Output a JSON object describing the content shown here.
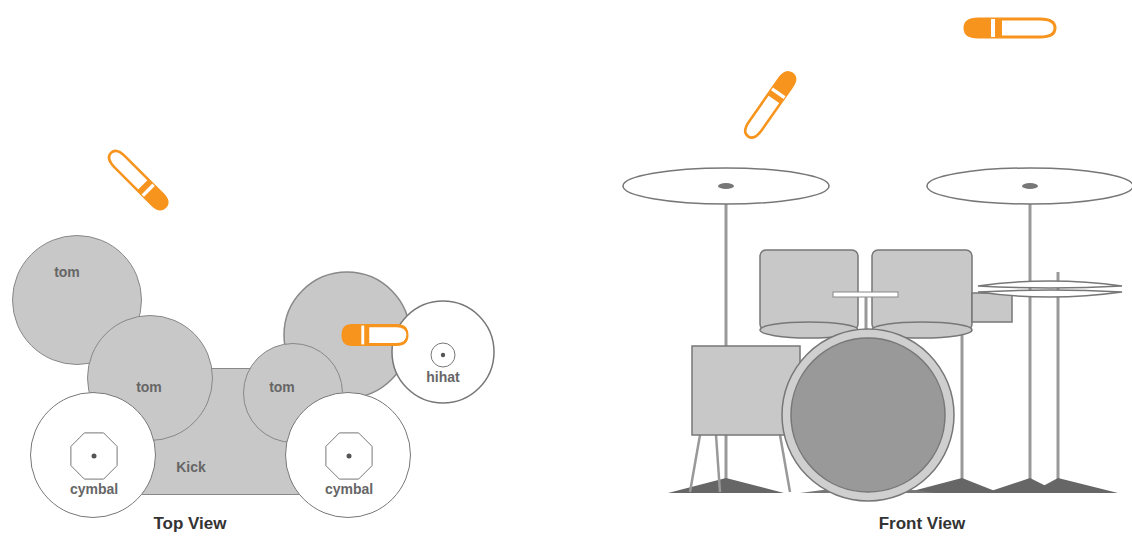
{
  "diagram": {
    "nodes": [
      {
        "text": [
          "tom"
        ]
      },
      {
        "text": [
          "tom"
        ]
      },
      {
        "text": [
          "tom"
        ]
      },
      {
        "text": [
          "hihat"
        ]
      },
      {
        "text": [
          "cymbal"
        ]
      },
      {
        "text": [
          "Kick"
        ]
      },
      {
        "text": [
          "cymbal"
        ]
      }
    ],
    "labels": [
      "Top View",
      "Front View"
    ]
  }
}
